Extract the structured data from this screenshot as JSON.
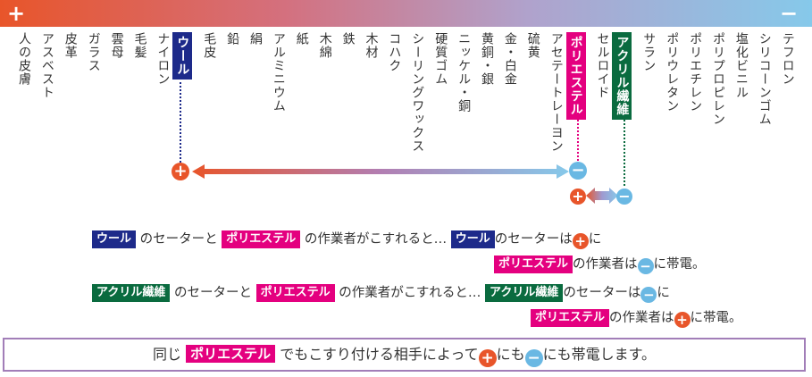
{
  "header": {
    "plus": "+",
    "minus": "−"
  },
  "materials": [
    "人の皮膚",
    "アスベスト",
    "皮革",
    "ガラス",
    "雲母",
    "毛髪",
    "ナイロン",
    "ウール",
    "毛皮",
    "鉛",
    "絹",
    "アルミニウム",
    "紙",
    "木綿",
    "鉄",
    "木材",
    "コハク",
    "シーリングワックス",
    "硬質ゴム",
    "ニッケル・銅",
    "黄銅・銀",
    "金・白金",
    "硫黄",
    "アセテートレーヨン",
    "ポリエステル",
    "セルロイド",
    "アクリル繊維",
    "サラン",
    "ポリウレタン",
    "ポリエチレン",
    "ポリプロピレン",
    "塩化ビニル",
    "シリコーンゴム",
    "テフロン"
  ],
  "highlights": {
    "wool": {
      "label": "ウール",
      "color": "#1d2a8a"
    },
    "polyester": {
      "label": "ポリエステル",
      "color": "#e4007f"
    },
    "acrylic": {
      "label": "アクリル繊維",
      "color": "#0a6b3f"
    }
  },
  "signs": {
    "plus": "+",
    "minus": "−"
  },
  "row1": {
    "tag_a": "ウール",
    "t1": "のセーターと",
    "tag_b": "ポリエステル",
    "t2": "の作業者がこすれると…",
    "tag_c": "ウール",
    "t3": "のセーターは",
    "t4": "に"
  },
  "row2": {
    "tag": "ポリエステル",
    "t1": "の作業者は",
    "t2": "に帯電。"
  },
  "row3": {
    "tag_a": "アクリル繊維",
    "t1": "のセーターと",
    "tag_b": "ポリエステル",
    "t2": "の作業者がこすれると…",
    "tag_c": "アクリル繊維",
    "t3": "のセーターは",
    "t4": "に"
  },
  "row4": {
    "tag": "ポリエステル",
    "t1": "の作業者は",
    "t2": "に帯電。"
  },
  "summary": {
    "t1": "同じ",
    "tag": "ポリエステル",
    "t2": "でもこすり付ける相手によって",
    "t3": "にも",
    "t4": "にも帯電します。"
  },
  "colors": {
    "plus": "#e8552a",
    "minus": "#6ab8e3",
    "wool": "#1d2a8a",
    "polyester": "#e4007f",
    "acrylic": "#0a6b3f"
  }
}
